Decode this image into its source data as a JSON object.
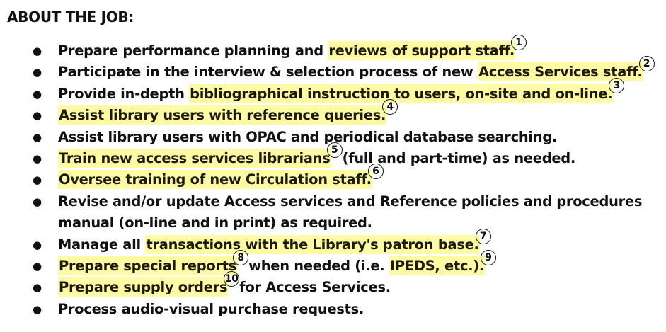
{
  "heading": "ABOUT THE JOB:",
  "bullet_glyph": "●",
  "highlight_color": "#fff55a",
  "items": [
    {
      "a": "Prepare performance planning and ",
      "h1": "reviews of support staff.",
      "n1": "1"
    },
    {
      "a": "Participate in the interview & selection process of new ",
      "h1": "Access Services staff.",
      "n1": "2"
    },
    {
      "a": "Provide in-depth ",
      "h1": "bibliographical instruction to users, on-site and on-line.",
      "n1": "3"
    },
    {
      "h1": "Assist library users with reference queries.",
      "n1": "4"
    },
    {
      "a": "Assist library users with OPAC and periodical database searching."
    },
    {
      "h1": "Train new access services librarians",
      "n1": "5",
      "b": "(full and part-time) as needed."
    },
    {
      "h1": "Oversee training of new Circulation staff.",
      "n1": "6"
    },
    {
      "a": "Revise and/or update Access services and Reference policies and procedures manual (on-line and in print) as required."
    },
    {
      "a": "Manage all ",
      "h1": "transactions with the Library's patron base.",
      "n1": "7"
    },
    {
      "h1": "Prepare special reports",
      "n1": "8",
      "b": "when needed (i.e. ",
      "h2": "IPEDS, etc.).",
      "n2": "9"
    },
    {
      "h1": "Prepare supply orders",
      "n1": "10",
      "b": "for Access Services."
    },
    {
      "a": "Process audio-visual purchase requests."
    }
  ]
}
